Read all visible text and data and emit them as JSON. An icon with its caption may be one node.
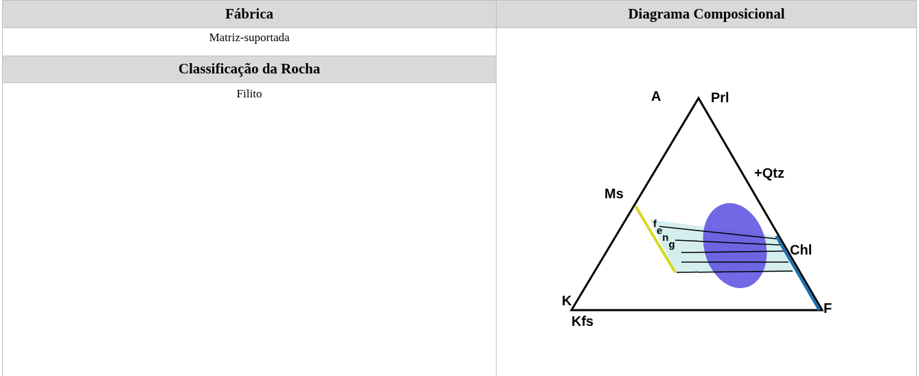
{
  "diagram": {
    "labels": [
      "Fábrica",
      "Diagrama Composicional",
      "Matriz-suportada",
      "Classificação da Rocha",
      "Filito",
      "A",
      "Prl",
      "+Qtz",
      "Ms",
      "feng",
      "Chl",
      "K",
      "F",
      "Kfs"
    ]
  }
}
